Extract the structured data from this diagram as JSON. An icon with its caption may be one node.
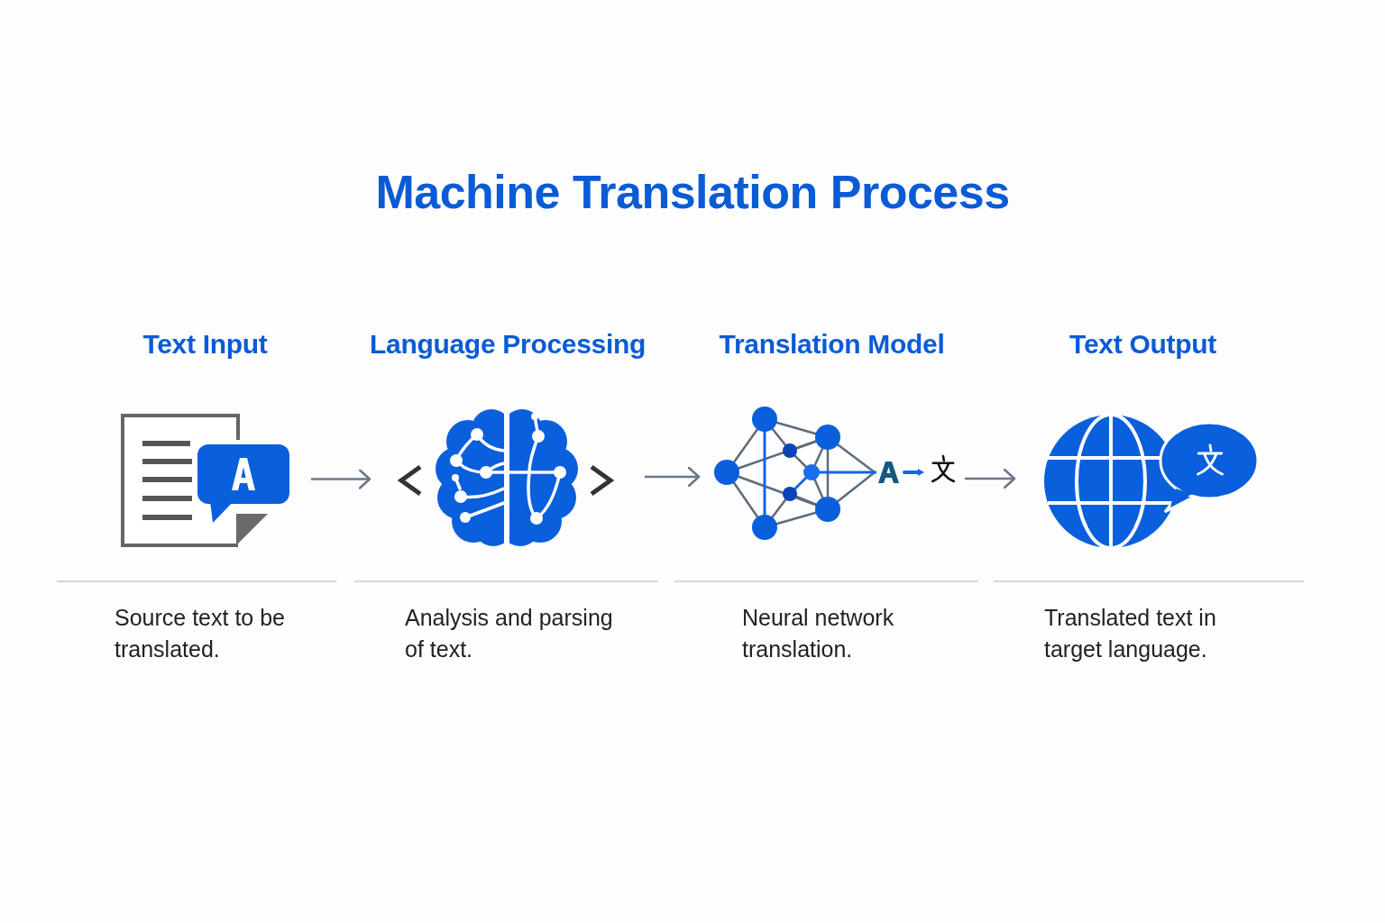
{
  "diagram": {
    "title": "Machine Translation Process",
    "nodes": [
      {
        "text": [
          "Text Input",
          "Source text to be translated."
        ]
      },
      {
        "text": [
          "Language Processing",
          "Analysis and parsing of text."
        ]
      },
      {
        "text": [
          "Translation Model",
          "Neural network translation."
        ]
      },
      {
        "text": [
          "Text Output",
          "Translated text in target language."
        ]
      }
    ],
    "edges": [
      {
        "from": 0,
        "to": 1,
        "arrow": "to"
      },
      {
        "from": 1,
        "to": 2,
        "arrow": "to"
      },
      {
        "from": 2,
        "to": 3,
        "arrow": "to"
      }
    ]
  }
}
